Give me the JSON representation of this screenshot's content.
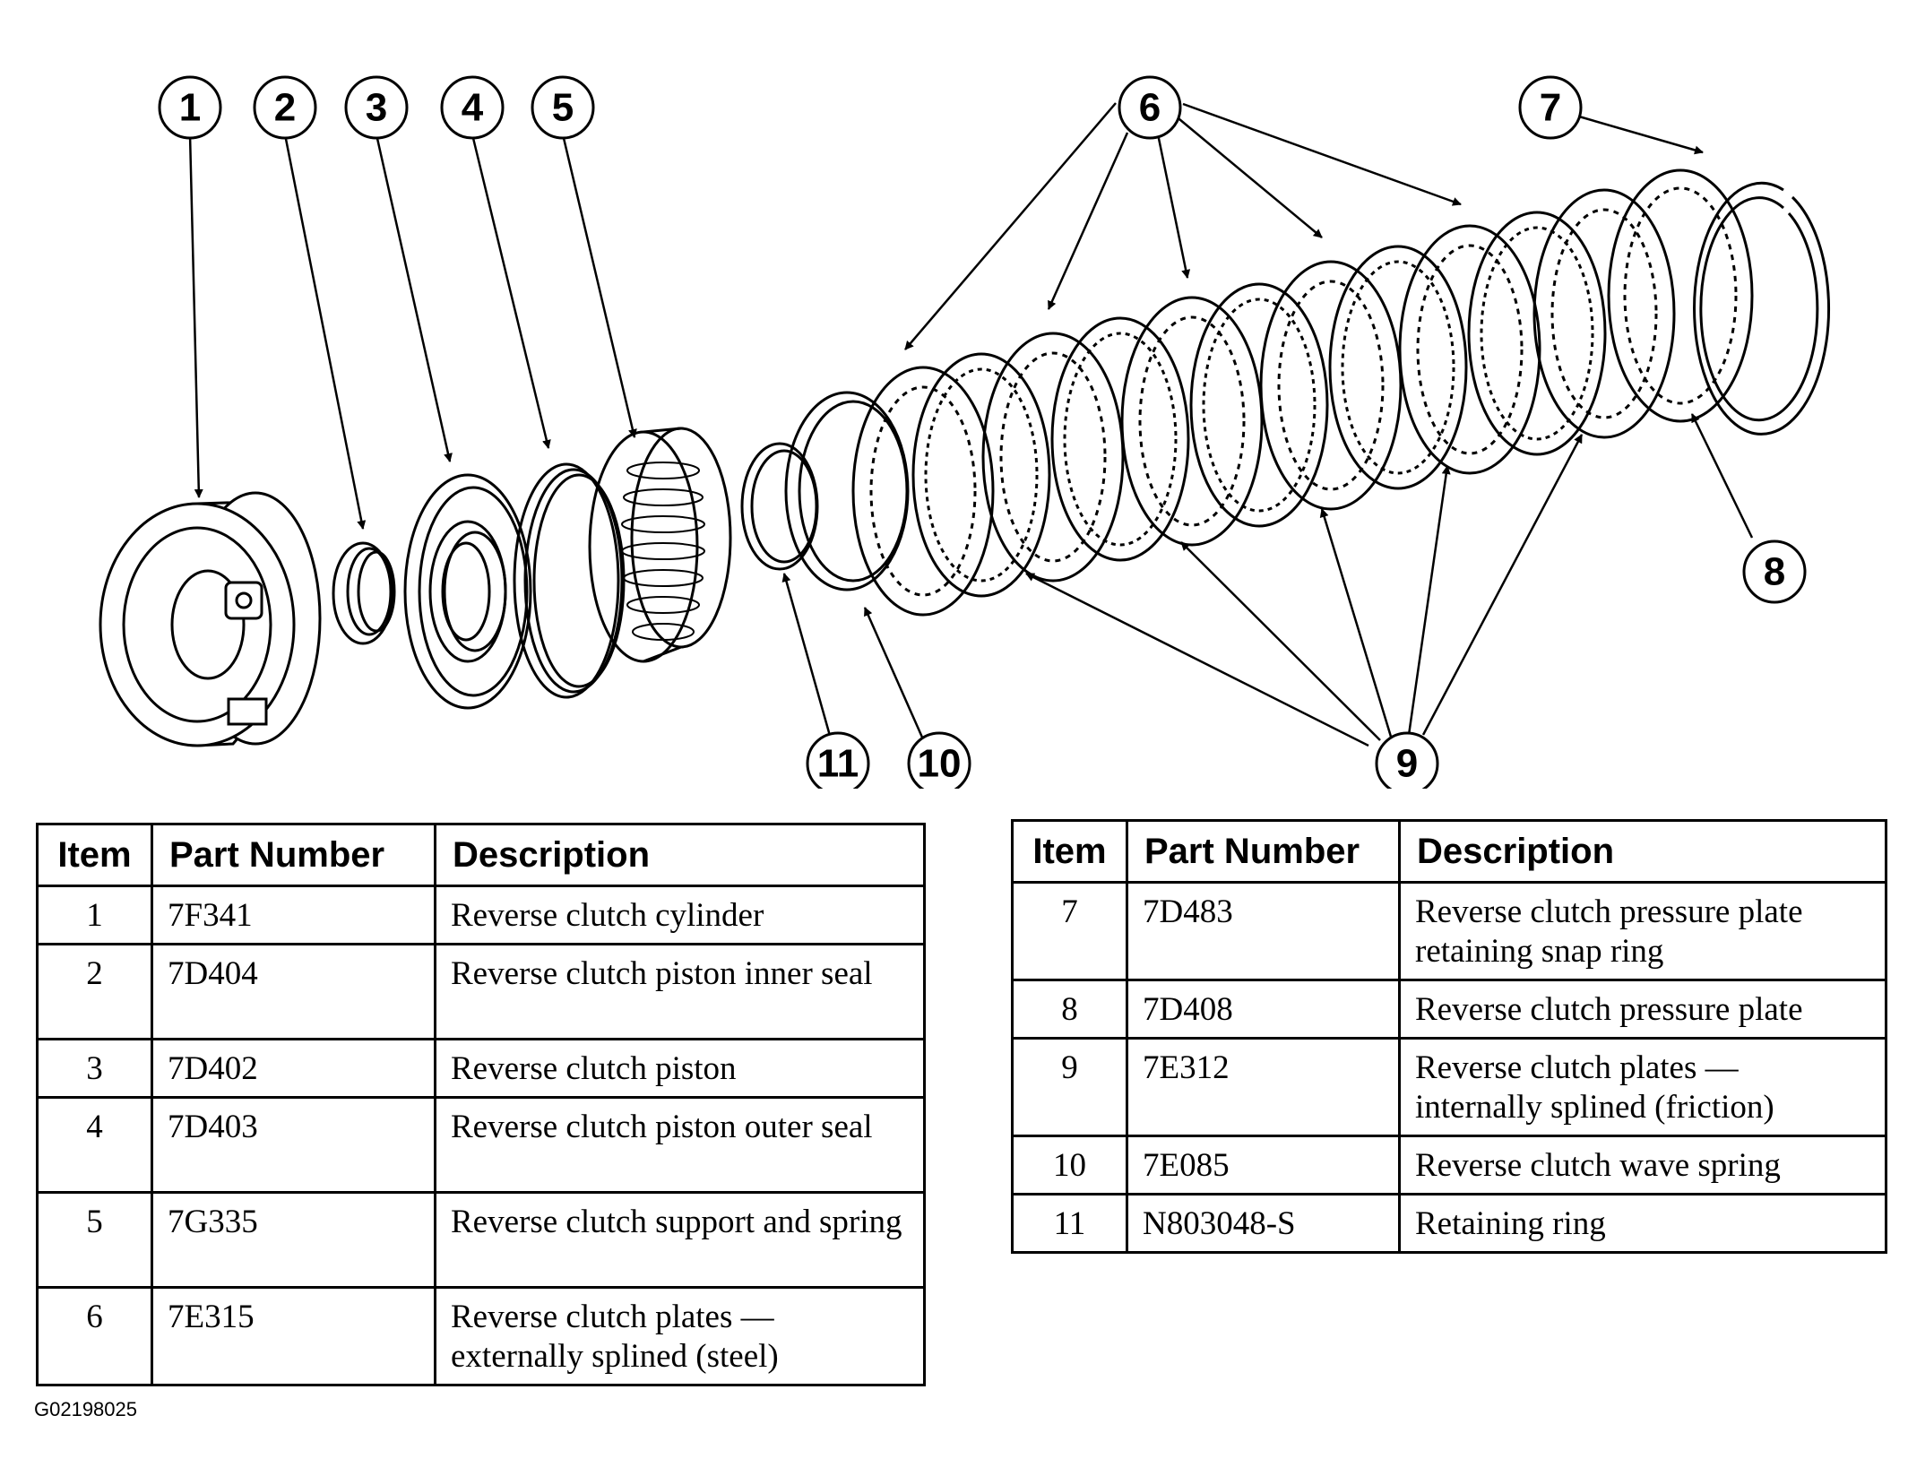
{
  "callouts": [
    "1",
    "2",
    "3",
    "4",
    "5",
    "6",
    "7",
    "8",
    "9",
    "10",
    "11"
  ],
  "table_headers": {
    "item": "Item",
    "part_number": "Part Number",
    "description": "Description"
  },
  "parts_left": [
    {
      "item": "1",
      "part_number": "7F341",
      "description": "Reverse clutch cylinder"
    },
    {
      "item": "2",
      "part_number": "7D404",
      "description": "Reverse clutch piston inner seal"
    },
    {
      "item": "3",
      "part_number": "7D402",
      "description": "Reverse clutch piston"
    },
    {
      "item": "4",
      "part_number": "7D403",
      "description": "Reverse clutch piston outer seal"
    },
    {
      "item": "5",
      "part_number": "7G335",
      "description": "Reverse clutch support and spring"
    },
    {
      "item": "6",
      "part_number": "7E315",
      "description": "Reverse clutch plates — externally splined (steel)"
    }
  ],
  "parts_right": [
    {
      "item": "7",
      "part_number": "7D483",
      "description": "Reverse clutch pressure plate retaining snap ring"
    },
    {
      "item": "8",
      "part_number": "7D408",
      "description": "Reverse clutch pressure plate"
    },
    {
      "item": "9",
      "part_number": "7E312",
      "description": "Reverse clutch plates — internally splined (friction)"
    },
    {
      "item": "10",
      "part_number": "7E085",
      "description": "Reverse clutch wave spring"
    },
    {
      "item": "11",
      "part_number": "N803048-S",
      "description": "Retaining ring"
    }
  ],
  "figure_id": "G02198025"
}
